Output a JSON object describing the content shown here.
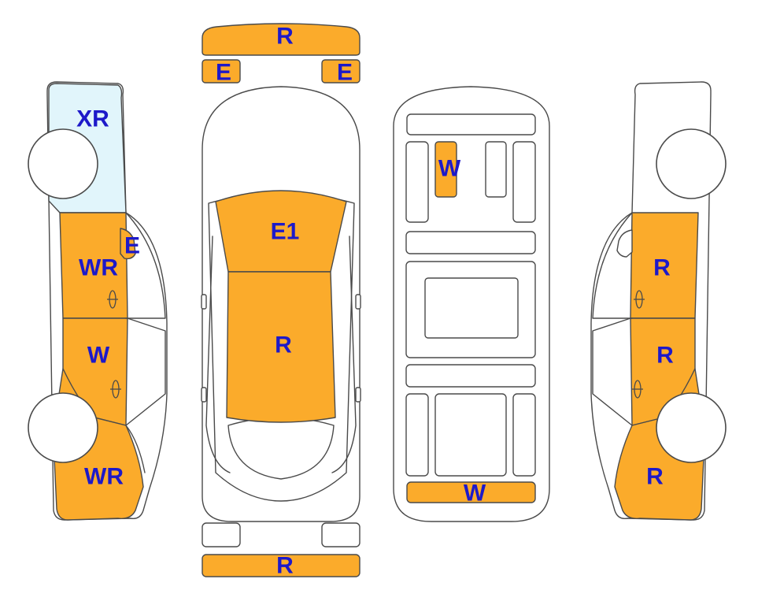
{
  "colors": {
    "damage_fill": "#fbab2b",
    "glass_tint": "#e1f5fb",
    "label_text": "#1d19c9",
    "outline": "#4a4a4a"
  },
  "labels": {
    "front_bumper": "R",
    "headlight_left": "E",
    "headlight_right": "E",
    "left_rear_glass": "XR",
    "left_mirror": "E",
    "left_front_door": "WR",
    "left_rear_door": "W",
    "left_rear_quarter": "WR",
    "hood": "E1",
    "roof": "R",
    "interior_front_seat": "W",
    "interior_rear_floor": "W",
    "right_front_door": "R",
    "right_rear_door": "R",
    "right_rear_quarter": "R",
    "rear_bumper": "R"
  }
}
